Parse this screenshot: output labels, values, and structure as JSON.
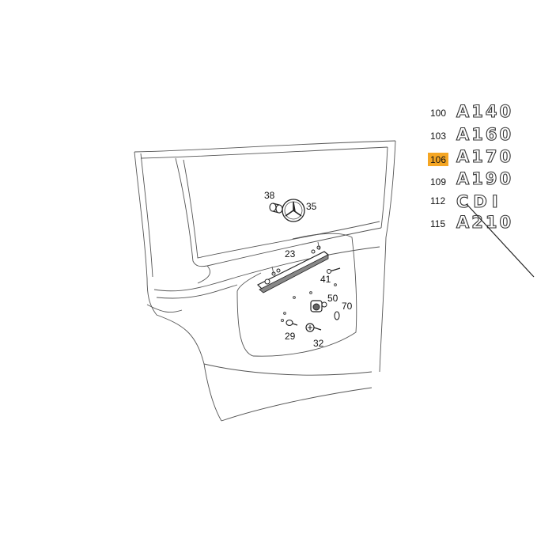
{
  "diagram": {
    "highlight_color": "#f5a623",
    "badges": [
      {
        "number": "100",
        "emblem": "A140",
        "highlighted": false
      },
      {
        "number": "103",
        "emblem": "A160",
        "highlighted": false
      },
      {
        "number": "106",
        "emblem": "A170",
        "highlighted": true
      },
      {
        "number": "109",
        "emblem": "A190",
        "highlighted": false
      },
      {
        "number": "112",
        "emblem": "CDI",
        "highlighted": false
      },
      {
        "number": "115",
        "emblem": "A210",
        "highlighted": false
      }
    ],
    "callouts": {
      "c38": "38",
      "c35": "35",
      "c23": "23",
      "c41": "41",
      "c50": "50",
      "c70": "70",
      "c29": "29",
      "c32": "32"
    }
  }
}
